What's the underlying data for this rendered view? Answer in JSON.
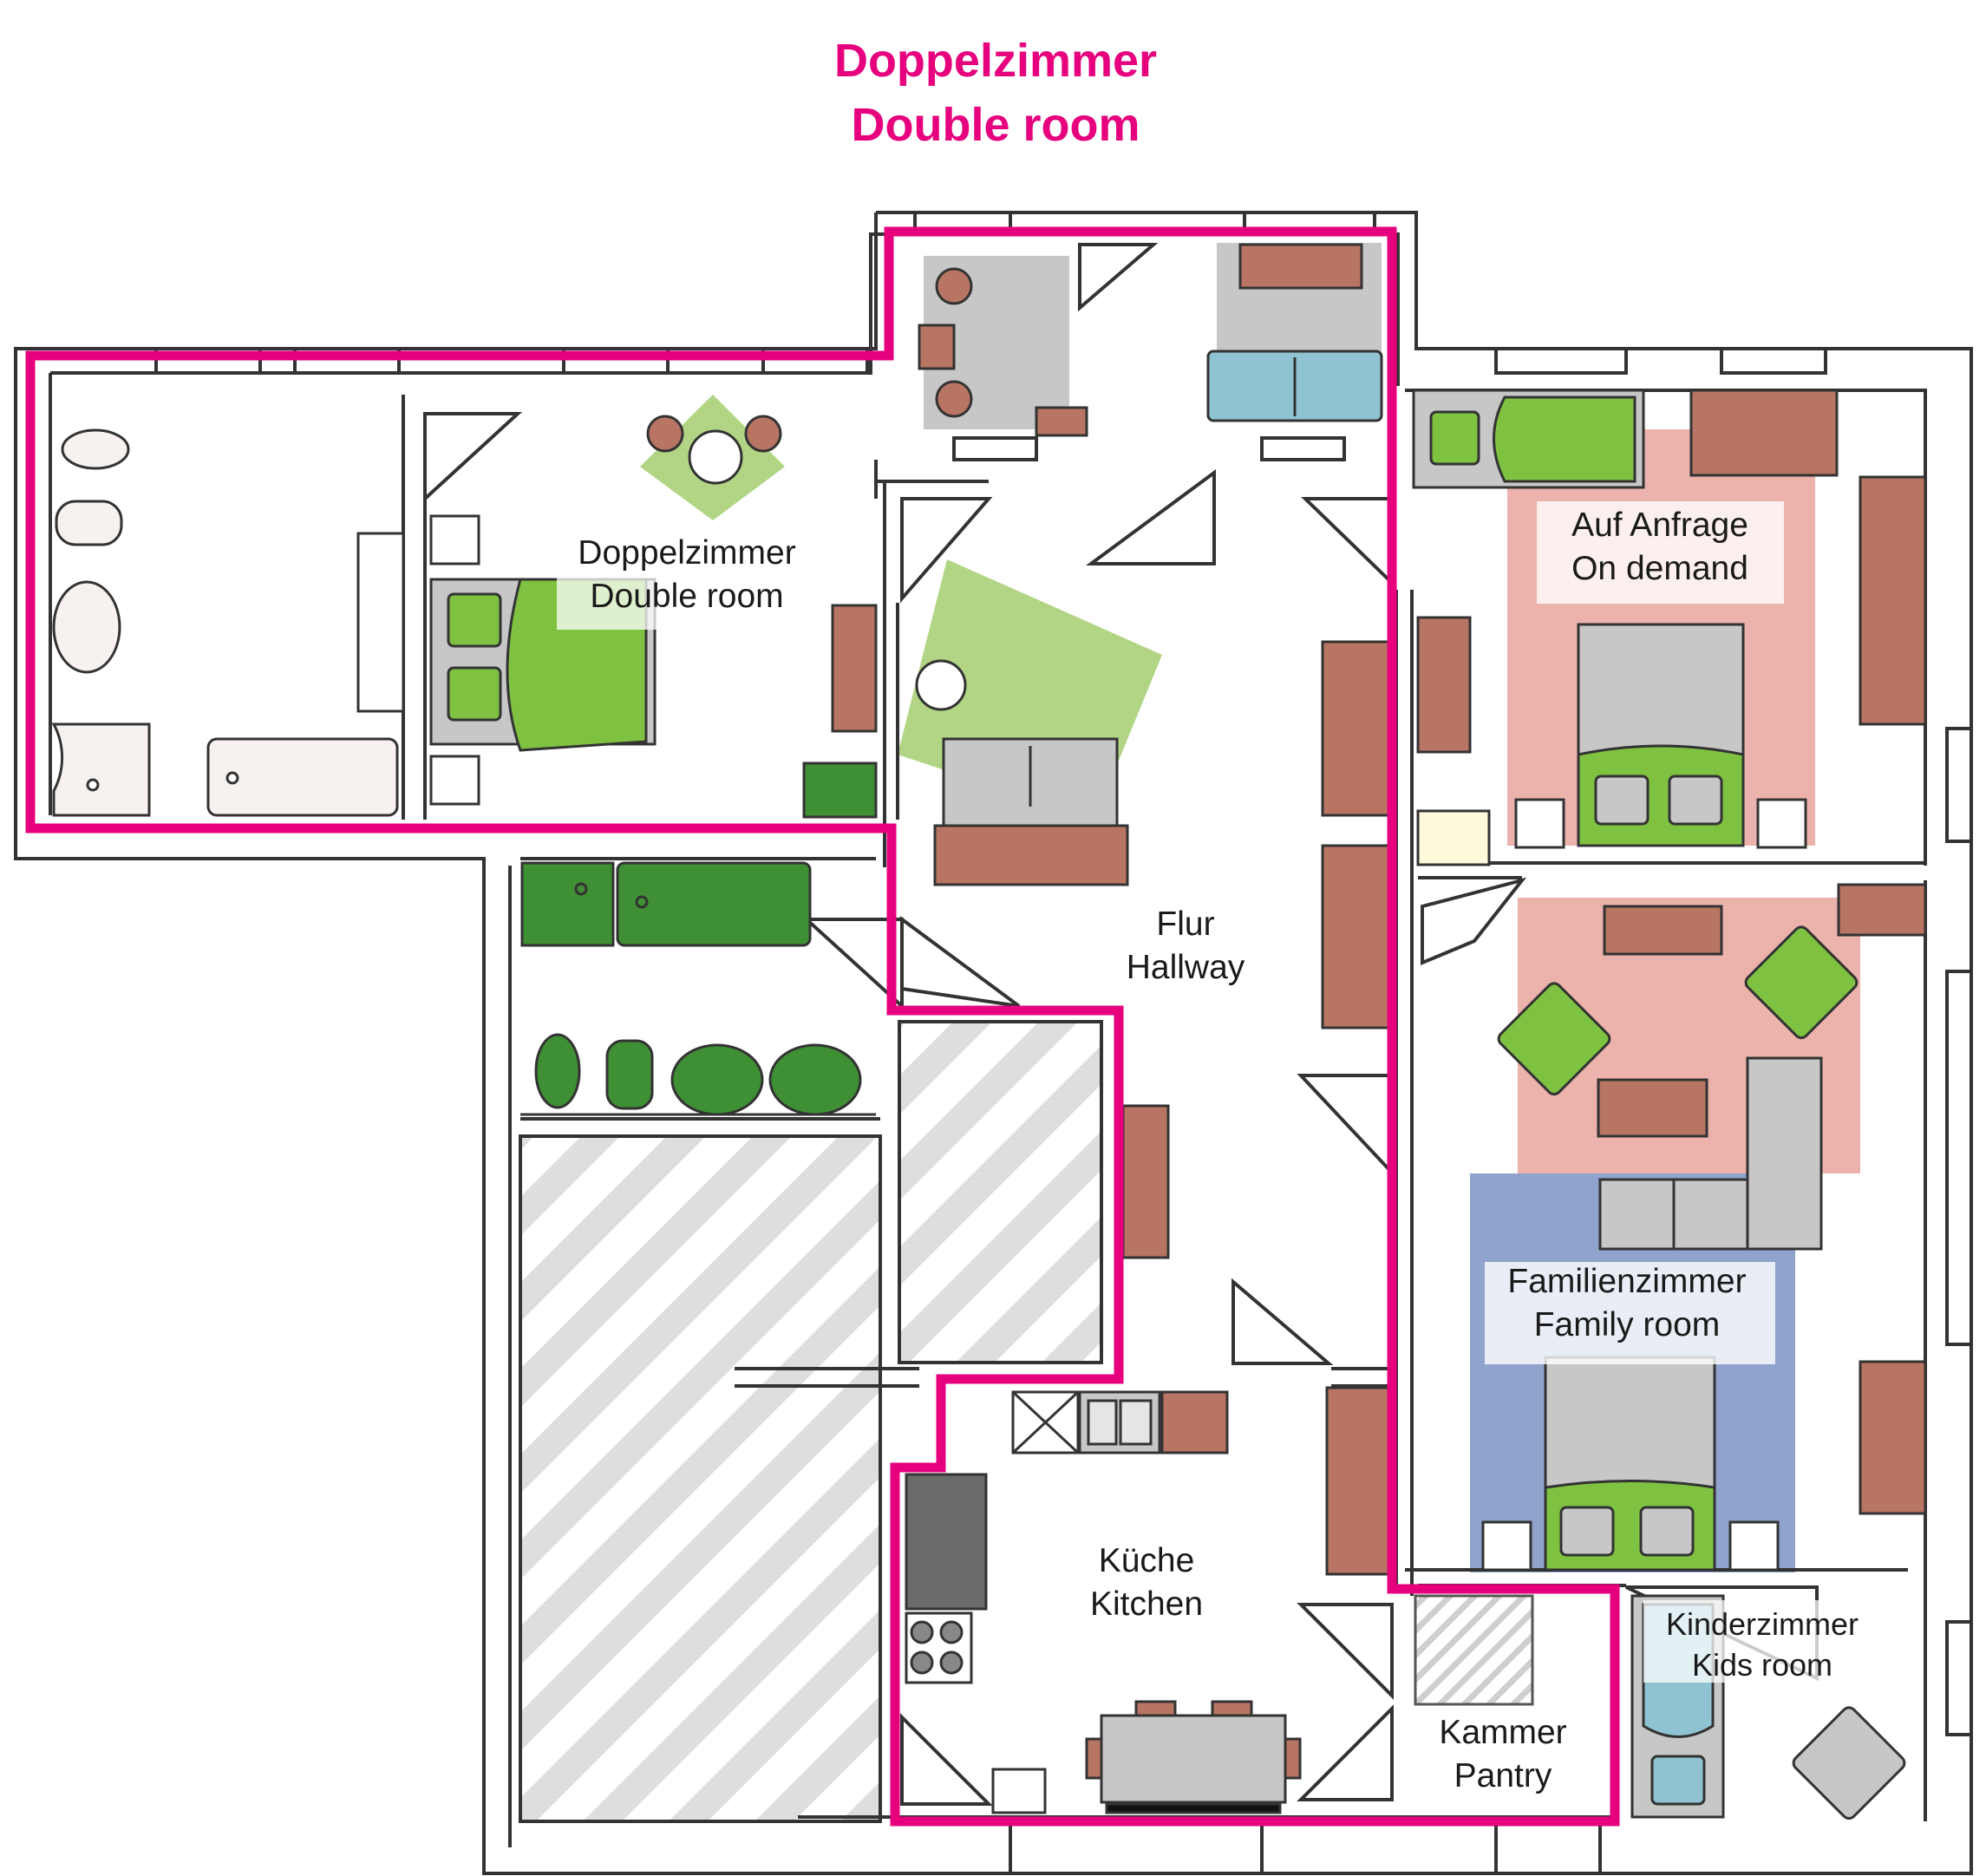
{
  "title": {
    "line1": "Doppelzimmer",
    "line2": "Double room"
  },
  "rooms": {
    "double": {
      "de": "Doppelzimmer",
      "en": "Double room"
    },
    "on_demand": {
      "de": "Auf Anfrage",
      "en": "On demand"
    },
    "hallway": {
      "de": "Flur",
      "en": "Hallway"
    },
    "family": {
      "de": "Familienzimmer",
      "en": "Family room"
    },
    "kitchen": {
      "de": "Küche",
      "en": "Kitchen"
    },
    "pantry": {
      "de": "Kammer",
      "en": "Pantry"
    },
    "kids": {
      "de": "Kinderzimmer",
      "en": "Kids room"
    }
  },
  "colors": {
    "highlight": "#e6007e",
    "wall": "#333333",
    "furniture_brown": "#b87563",
    "green": "#7fc241",
    "green_light": "#b1d584",
    "green_dark": "#3f8f34",
    "grey": "#c2c2c2",
    "pink": "#ebb3ab",
    "blue": "#8fa3cc",
    "sofa_blue": "#8fc3d1"
  }
}
